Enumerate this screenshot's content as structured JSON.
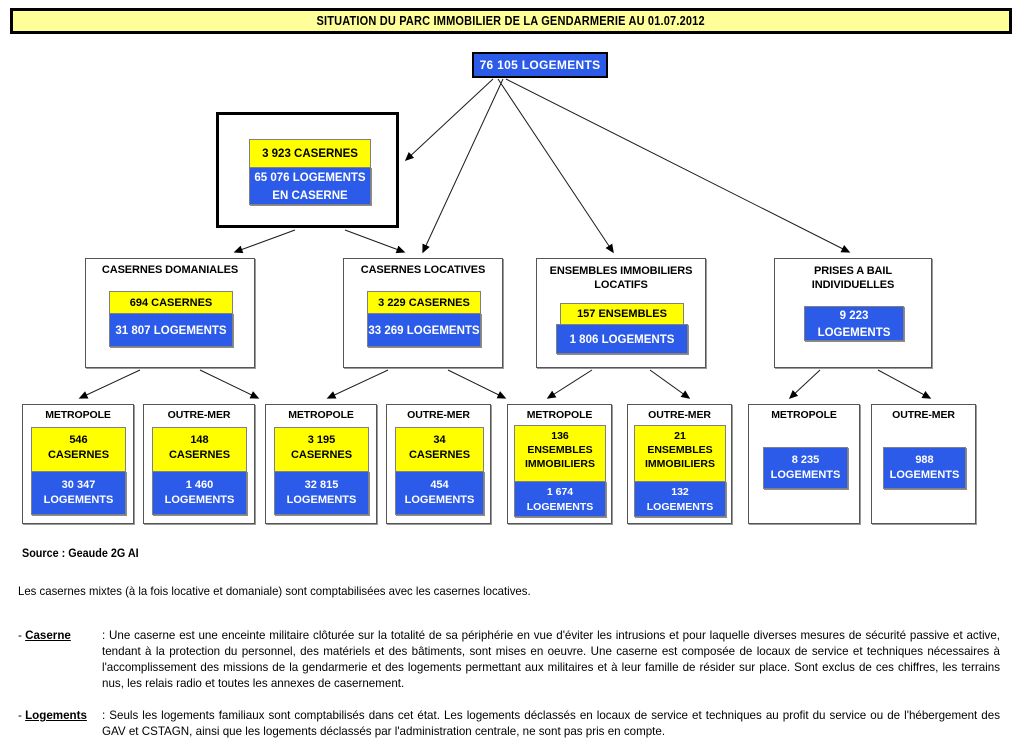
{
  "title": "SITUATION DU PARC IMMOBILIER DE LA GENDARMERIE AU 01.07.2012",
  "colors": {
    "title_bg": "#FFFF99",
    "yellow": "#FFFF00",
    "blue": "#2B5BE8",
    "border": "#000000",
    "box_border": "#555555"
  },
  "root": {
    "label": "76 105 LOGEMENTS"
  },
  "caserne": {
    "casernes": "3 923 CASERNES",
    "logements_l1": "65 076 LOGEMENTS",
    "logements_l2": "EN CASERNE"
  },
  "level2": [
    {
      "id": "casernes-domaniales",
      "header": "CASERNES DOMANIALES",
      "header_line2": "",
      "yellow": "694  CASERNES",
      "blue": "31 807 LOGEMENTS"
    },
    {
      "id": "casernes-locatives",
      "header": "CASERNES  LOCATIVES",
      "header_line2": "",
      "yellow": "3 229 CASERNES",
      "blue": "33 269  LOGEMENTS"
    },
    {
      "id": "ensembles-immobiliers-locatifs",
      "header": "ENSEMBLES IMMOBILIERS",
      "header_line2": "LOCATIFS",
      "yellow": "157 ENSEMBLES",
      "blue": "1 806  LOGEMENTS"
    },
    {
      "id": "prises-a-bail-individuelles",
      "header": "PRISES A BAIL",
      "header_line2": "INDIVIDUELLES",
      "yellow": "",
      "blue_l1": "9 223",
      "blue_l2": "LOGEMENTS"
    }
  ],
  "level3": [
    {
      "id": "domaniales-metropole",
      "header": "METROPOLE",
      "yellow_l1": "546",
      "yellow_l2": "CASERNES",
      "yellow_l3": "",
      "blue_l1": "30 347",
      "blue_l2": "LOGEMENTS"
    },
    {
      "id": "domaniales-outre-mer",
      "header": "OUTRE-MER",
      "yellow_l1": "148",
      "yellow_l2": "CASERNES",
      "yellow_l3": "",
      "blue_l1": "1 460",
      "blue_l2": "LOGEMENTS"
    },
    {
      "id": "locatives-metropole",
      "header": "METROPOLE",
      "yellow_l1": "3 195",
      "yellow_l2": "CASERNES",
      "yellow_l3": "",
      "blue_l1": "32 815",
      "blue_l2": "LOGEMENTS"
    },
    {
      "id": "locatives-outre-mer",
      "header": "OUTRE-MER",
      "yellow_l1": "34",
      "yellow_l2": "CASERNES",
      "yellow_l3": "",
      "blue_l1": "454",
      "blue_l2": "LOGEMENTS"
    },
    {
      "id": "ensembles-metropole",
      "header": "METROPOLE",
      "yellow_l1": "136",
      "yellow_l2": "ENSEMBLES",
      "yellow_l3": "IMMOBILIERS",
      "blue_l1": "1 674",
      "blue_l2": "LOGEMENTS"
    },
    {
      "id": "ensembles-outre-mer",
      "header": "OUTRE-MER",
      "yellow_l1": "21",
      "yellow_l2": "ENSEMBLES",
      "yellow_l3": "IMMOBILIERS",
      "blue_l1": "132",
      "blue_l2": "LOGEMENTS"
    },
    {
      "id": "bail-metropole",
      "header": "METROPOLE",
      "yellow_l1": "",
      "yellow_l2": "",
      "yellow_l3": "",
      "blue_l1": "8 235",
      "blue_l2": "LOGEMENTS"
    },
    {
      "id": "bail-outre-mer",
      "header": "OUTRE-MER",
      "yellow_l1": "",
      "yellow_l2": "",
      "yellow_l3": "",
      "blue_l1": "988",
      "blue_l2": "LOGEMENTS"
    }
  ],
  "footer": {
    "source": "Source : Geaude 2G  AI",
    "note": "Les casernes mixtes (à la fois locative et domaniale) sont comptabilisées avec les casernes locatives.",
    "definitions": [
      {
        "bullet": "- ",
        "term": "Caserne",
        "text": ": Une caserne est une enceinte militaire clôturée sur la totalité de sa périphérie en vue d'éviter les intrusions et pour laquelle diverses mesures de sécurité passive et active, tendant à la protection du personnel, des matériels et des bâtiments, sont mises en oeuvre. Une caserne est composée de locaux de service et techniques nécessaires à l'accomplissement des missions de la gendarmerie et des logements permettant aux militaires et à leur famille de résider sur place. Sont exclus de ces chiffres, les terrains nus, les relais radio et toutes les annexes de casernement."
      },
      {
        "bullet": "- ",
        "term": "Logements",
        "text": ": Seuls les logements familiaux sont comptabilisés dans cet état. Les logements déclassés en locaux de service et techniques au profit du service ou de l'hébergement des GAV et CSTAGN, ainsi que les logements déclassés par l'administration centrale, ne sont pas pris en compte."
      }
    ]
  },
  "chart_data": {
    "type": "diagram",
    "title": "SITUATION DU PARC IMMOBILIER DE LA GENDARMERIE AU 01.07.2012",
    "root_total_logements": 76105,
    "nodes": [
      {
        "name": "Total",
        "logements": 76105
      },
      {
        "name": "Casernes",
        "casernes": 3923,
        "logements": 65076
      },
      {
        "name": "Casernes domaniales",
        "casernes": 694,
        "logements": 31807
      },
      {
        "name": "Casernes locatives",
        "casernes": 3229,
        "logements": 33269
      },
      {
        "name": "Ensembles immobiliers locatifs",
        "ensembles": 157,
        "logements": 1806
      },
      {
        "name": "Prises a bail individuelles",
        "logements": 9223
      },
      {
        "name": "Domaniales / Metropole",
        "casernes": 546,
        "logements": 30347
      },
      {
        "name": "Domaniales / Outre-mer",
        "casernes": 148,
        "logements": 1460
      },
      {
        "name": "Locatives / Metropole",
        "casernes": 3195,
        "logements": 32815
      },
      {
        "name": "Locatives / Outre-mer",
        "casernes": 34,
        "logements": 454
      },
      {
        "name": "Ensembles / Metropole",
        "ensembles": 136,
        "logements": 1674
      },
      {
        "name": "Ensembles / Outre-mer",
        "ensembles": 21,
        "logements": 132
      },
      {
        "name": "Bail / Metropole",
        "logements": 8235
      },
      {
        "name": "Bail / Outre-mer",
        "logements": 988
      }
    ],
    "edges": [
      [
        "Total",
        "Casernes"
      ],
      [
        "Total",
        "Casernes locatives"
      ],
      [
        "Total",
        "Ensembles immobiliers locatifs"
      ],
      [
        "Total",
        "Prises a bail individuelles"
      ],
      [
        "Casernes",
        "Casernes domaniales"
      ],
      [
        "Casernes",
        "Casernes locatives"
      ],
      [
        "Casernes domaniales",
        "Domaniales / Metropole"
      ],
      [
        "Casernes domaniales",
        "Domaniales / Outre-mer"
      ],
      [
        "Casernes locatives",
        "Locatives / Metropole"
      ],
      [
        "Casernes locatives",
        "Locatives / Outre-mer"
      ],
      [
        "Ensembles immobiliers locatifs",
        "Ensembles / Metropole"
      ],
      [
        "Ensembles immobiliers locatifs",
        "Ensembles / Outre-mer"
      ],
      [
        "Prises a bail individuelles",
        "Bail / Metropole"
      ],
      [
        "Prises a bail individuelles",
        "Bail / Outre-mer"
      ]
    ]
  }
}
